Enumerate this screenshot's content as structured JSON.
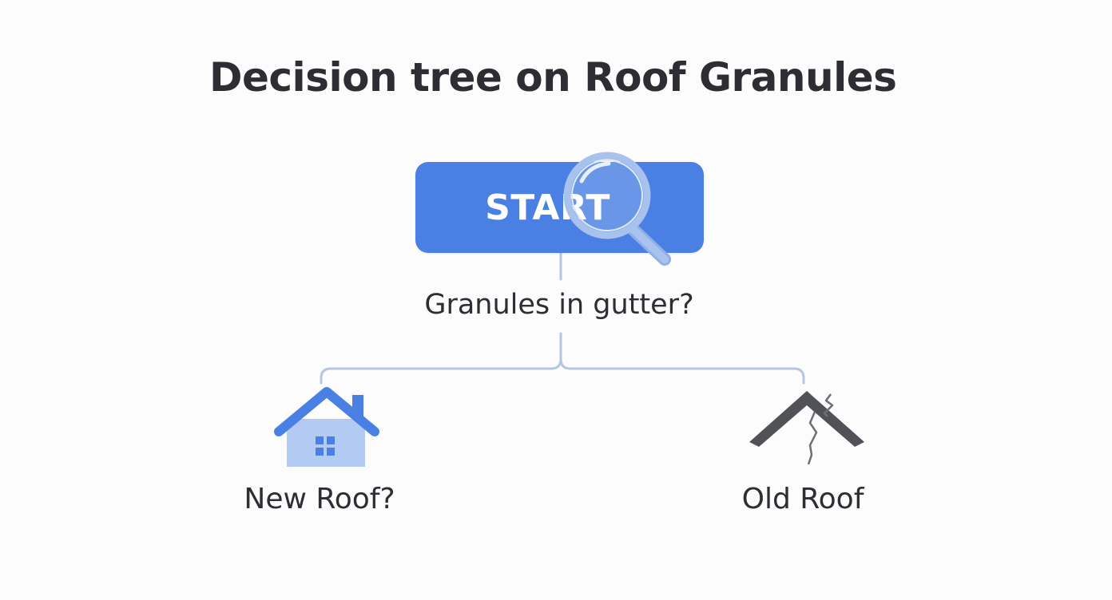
{
  "title": "Decision tree on Roof Granules",
  "start": {
    "label": "START",
    "color": "#4a7fe3"
  },
  "question": "Granules in gutter?",
  "branches": [
    {
      "label": "New Roof?",
      "icon": "house-icon",
      "color": "#4a7fe3"
    },
    {
      "label": "Old Roof",
      "icon": "cracked-roof-icon",
      "color": "#505258"
    }
  ],
  "colors": {
    "text": "#2d2e33",
    "connector": "#b7c6de",
    "accent": "#4a7fe3",
    "background": "#fcfcfc"
  }
}
